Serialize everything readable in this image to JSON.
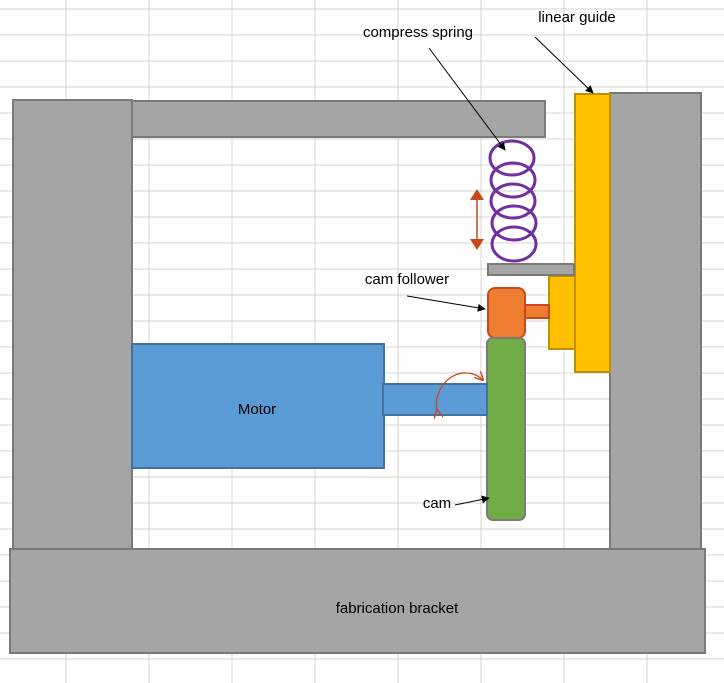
{
  "diagram": {
    "labels": {
      "compress_spring": "compress spring",
      "linear_guide": "linear guide",
      "cam_follower": "cam follower",
      "motor": "Motor",
      "cam": "cam",
      "fabrication_bracket": "fabrication bracket"
    },
    "colors": {
      "frame_gray": "#A5A5A5",
      "frame_border": "#7A7B76",
      "guide_yellow": "#FFC000",
      "guide_border": "#BF9000",
      "follower_orange": "#ED7D31",
      "follower_border": "#C9491C",
      "cam_green": "#70AD47",
      "motor_blue": "#5B9BD5",
      "motor_border": "#41719C",
      "spring_purple": "#7030A0",
      "motion_arrow": "#C9491C",
      "gridline": "#D4D4D4"
    }
  }
}
